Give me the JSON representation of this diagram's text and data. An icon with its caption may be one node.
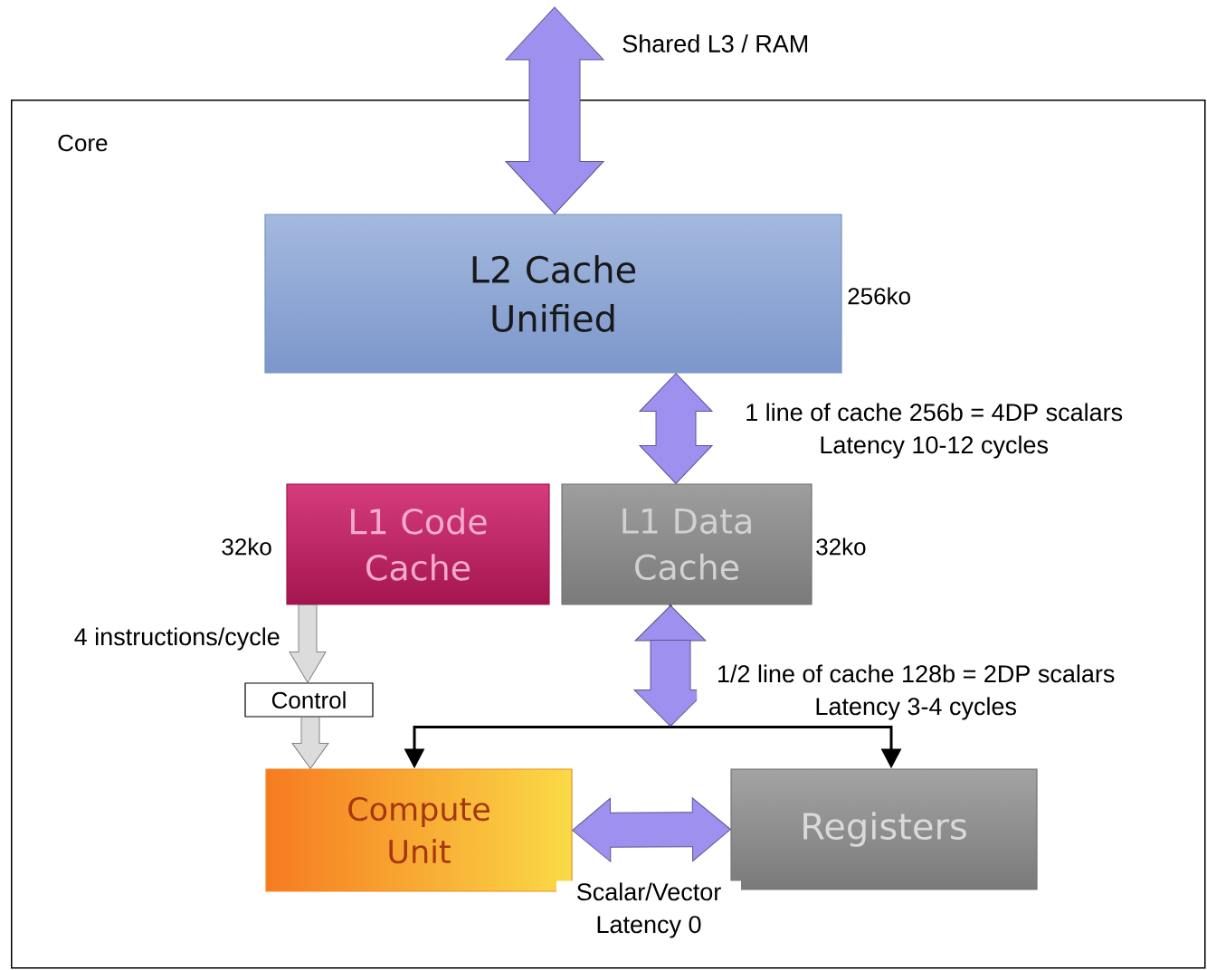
{
  "diagram": {
    "nodes": [
      {
        "text": [
          "Core"
        ]
      },
      {
        "text": [
          "L2 Cache Unified"
        ],
        "in": 0,
        "beside": [
          "256ko"
        ]
      },
      {
        "text": [
          "L1 Code Cache"
        ],
        "in": 0,
        "beside": [
          "32ko"
        ]
      },
      {
        "text": [
          "L1 Data Cache"
        ],
        "in": 0,
        "beside": [
          "32ko"
        ]
      },
      {
        "text": [
          "Control"
        ],
        "in": 0
      },
      {
        "text": [
          "Compute Unit"
        ],
        "in": 0
      },
      {
        "text": [
          "Registers"
        ],
        "in": 0
      }
    ],
    "edges": [
      {
        "from": null,
        "to": 1,
        "arrow": "both",
        "style": "thick",
        "label": "Shared L3 / RAM"
      },
      {
        "from": 1,
        "to": 3,
        "arrow": "both",
        "style": "thick",
        "label": "1 line of cache 256b = 4DP scalars Latency 10-12 cycles"
      },
      {
        "from": 3,
        "to": 5,
        "arrow": "to",
        "color": "#000000"
      },
      {
        "from": 3,
        "to": 6,
        "arrow": "both",
        "color": "#000000",
        "label": "1/2 line of cache 128b = 2DP scalars Latency 3-4 cycles"
      },
      {
        "from": 2,
        "to": 4,
        "arrow": "to",
        "style": "thick",
        "color": "#dcdcdc",
        "label": "4 instructions/cycle"
      },
      {
        "from": 4,
        "to": 5,
        "arrow": "to",
        "style": "thick",
        "color": "#dcdcdc"
      },
      {
        "from": 5,
        "to": 6,
        "arrow": "both",
        "style": "thick",
        "label": "Scalar/Vector Latency 0"
      }
    ]
  }
}
